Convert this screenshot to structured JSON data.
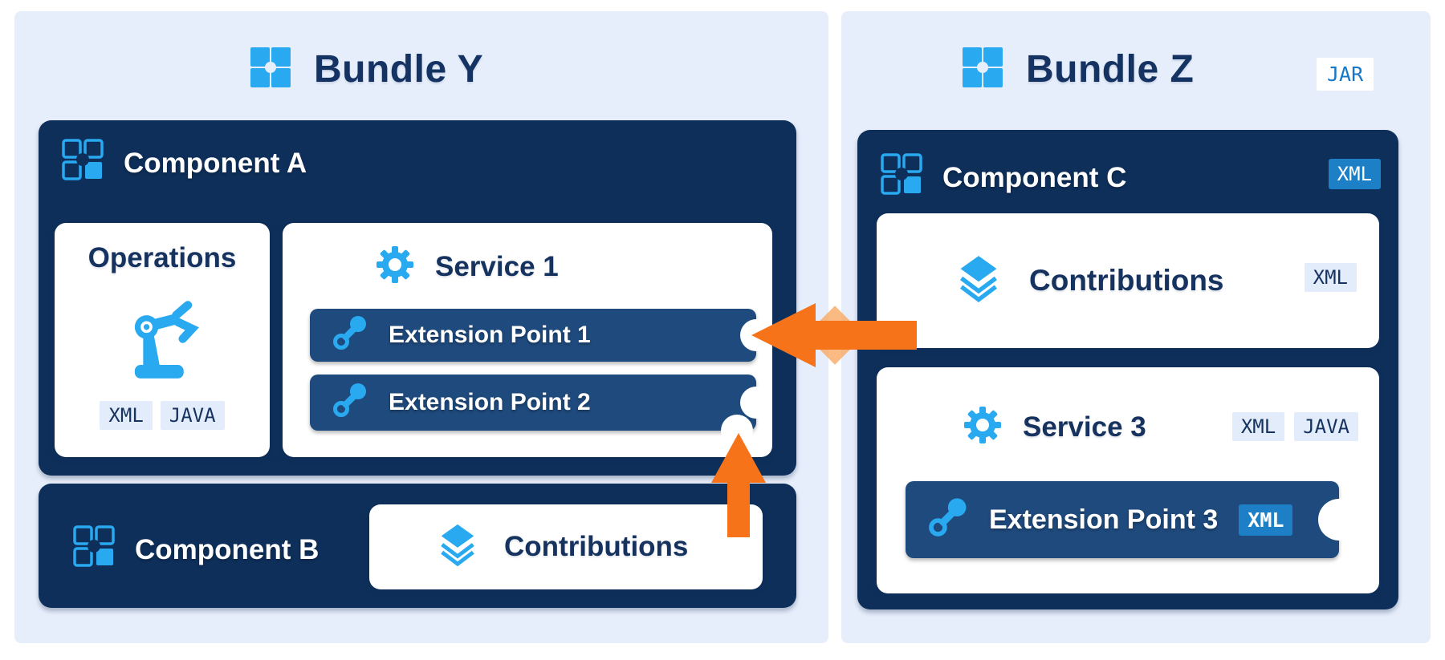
{
  "colors": {
    "panel_bg": "#e7eefb",
    "component_navy": "#0e2f5a",
    "pill_navy": "#1f4a7d",
    "accent_blue": "#29a9f0",
    "badge_blue": "#1d80c6",
    "text_navy": "#16325f",
    "tag_light_bg": "#e2ecfb",
    "arrow_orange": "#f7731a",
    "jar_text_blue": "#1878c8"
  },
  "bundle_y": {
    "title": "Bundle Y",
    "component_a": {
      "title": "Component A",
      "operations": {
        "title": "Operations",
        "tags": [
          "XML",
          "JAVA"
        ]
      },
      "service_1": {
        "title": "Service 1",
        "extension_point_1": "Extension Point 1",
        "extension_point_2": "Extension Point 2"
      }
    },
    "component_b": {
      "title": "Component B",
      "contributions_title": "Contributions"
    }
  },
  "bundle_z": {
    "title": "Bundle Z",
    "jar_badge": "JAR",
    "component_c": {
      "title": "Component C",
      "xml_badge": "XML",
      "contributions": {
        "title": "Contributions",
        "xml_tag": "XML"
      },
      "service_3": {
        "title": "Service 3",
        "xml_tag": "XML",
        "java_tag": "JAVA",
        "extension_point_3": "Extension Point 3",
        "ep3_xml_badge": "XML"
      }
    }
  },
  "arrows": [
    {
      "type": "horizontal-left",
      "points_to": "Extension Point 1"
    },
    {
      "type": "vertical-up",
      "points_to": "Extension Point 2"
    }
  ]
}
